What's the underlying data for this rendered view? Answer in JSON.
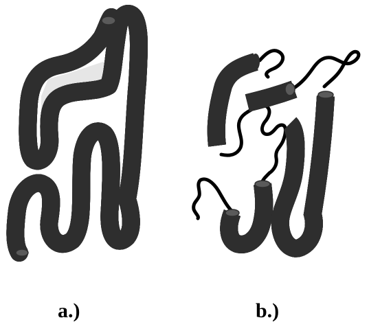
{
  "panels": [
    {
      "id": "a",
      "label": "a.)"
    },
    {
      "id": "b",
      "label": "b.)"
    }
  ],
  "colors": {
    "tube_dark": "#3a3a3a",
    "tube_mid": "#6e6e6e",
    "tube_light": "#bdbdbd",
    "loop_line": "#000000",
    "fill_gap": "#e6e6e6"
  }
}
